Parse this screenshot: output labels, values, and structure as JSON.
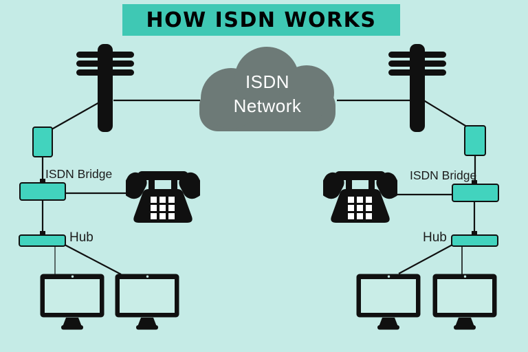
{
  "title": "HOW ISDN WORKS",
  "cloud": {
    "label_line1": "ISDN",
    "label_line2": "Network"
  },
  "labels": {
    "left_bridge": "ISDN Bridge",
    "left_hub": "Hub",
    "right_bridge": "ISDN Bridge",
    "right_hub": "Hub"
  },
  "icons": {
    "cloud": "isdn-network-cloud-icon",
    "pole": "utility-pole-icon",
    "phone": "telephone-icon",
    "computer": "desktop-monitor-icon",
    "adapter": "terminal-adapter-box",
    "bridge": "isdn-bridge-box",
    "hub": "hub-box"
  },
  "colors": {
    "background": "#c5ebe6",
    "banner": "#3fc8b4",
    "device_fill": "#42d3be",
    "device_border": "#101010",
    "cloud_fill": "#6d7a77",
    "cloud_text": "#ffffff",
    "line": "#101010",
    "title_text": "#000000",
    "screen": "#c9ede7"
  }
}
